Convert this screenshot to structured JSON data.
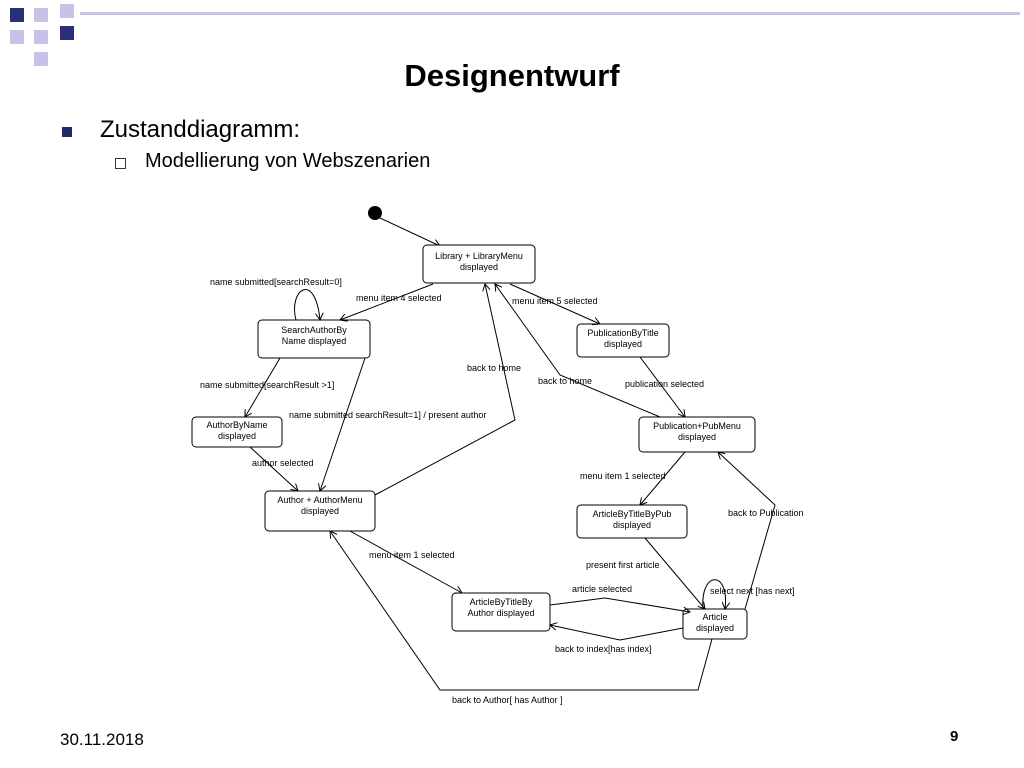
{
  "slide": {
    "title": "Designentwurf",
    "bullet_1": "Zustanddiagramm:",
    "bullet_2": "Modellierung von Webszenarien",
    "date": "30.11.2018",
    "page_number": "9"
  },
  "diagram": {
    "states": {
      "library": [
        "Library + LibraryMenu",
        "displayed"
      ],
      "search_author": [
        "SearchAuthorBy",
        "Name displayed"
      ],
      "pub_by_title": [
        "PublicationByTitle",
        "displayed"
      ],
      "author_by_name": [
        "AuthorByName",
        "displayed"
      ],
      "pub_menu": [
        "Publication+PubMenu",
        "displayed"
      ],
      "author_menu": [
        "Author + AuthorMenu",
        "displayed"
      ],
      "article_by_pub": [
        "ArticleByTitleByPub",
        "displayed"
      ],
      "article_by_author": [
        "ArticleByTitleBy",
        "Author displayed"
      ],
      "article": [
        "Article",
        "displayed"
      ]
    },
    "transitions": {
      "name_submitted_0": "name submitted[searchResult=0]",
      "menu_item_4": "menu item 4 selected",
      "menu_item_5": "menu item 5 selected",
      "name_submitted_gt1": "name submitted[searchResult >1]",
      "name_submitted_1": "name submitted searchResult=1] / present author",
      "back_to_home_1": "back to home",
      "back_to_home_2": "back to home",
      "publication_selected": "publication selected",
      "author_selected": "author selected",
      "menu_item_1_pub": "menu item 1 selected",
      "back_to_publication": "back to Publication",
      "menu_item_1_author": "menu item 1 selected",
      "present_first_article": "present first article",
      "article_selected": "article selected",
      "select_next": "select next [has next]",
      "back_to_index": "back to index[has index]",
      "back_to_author": "back to Author[ has Author ]"
    }
  }
}
